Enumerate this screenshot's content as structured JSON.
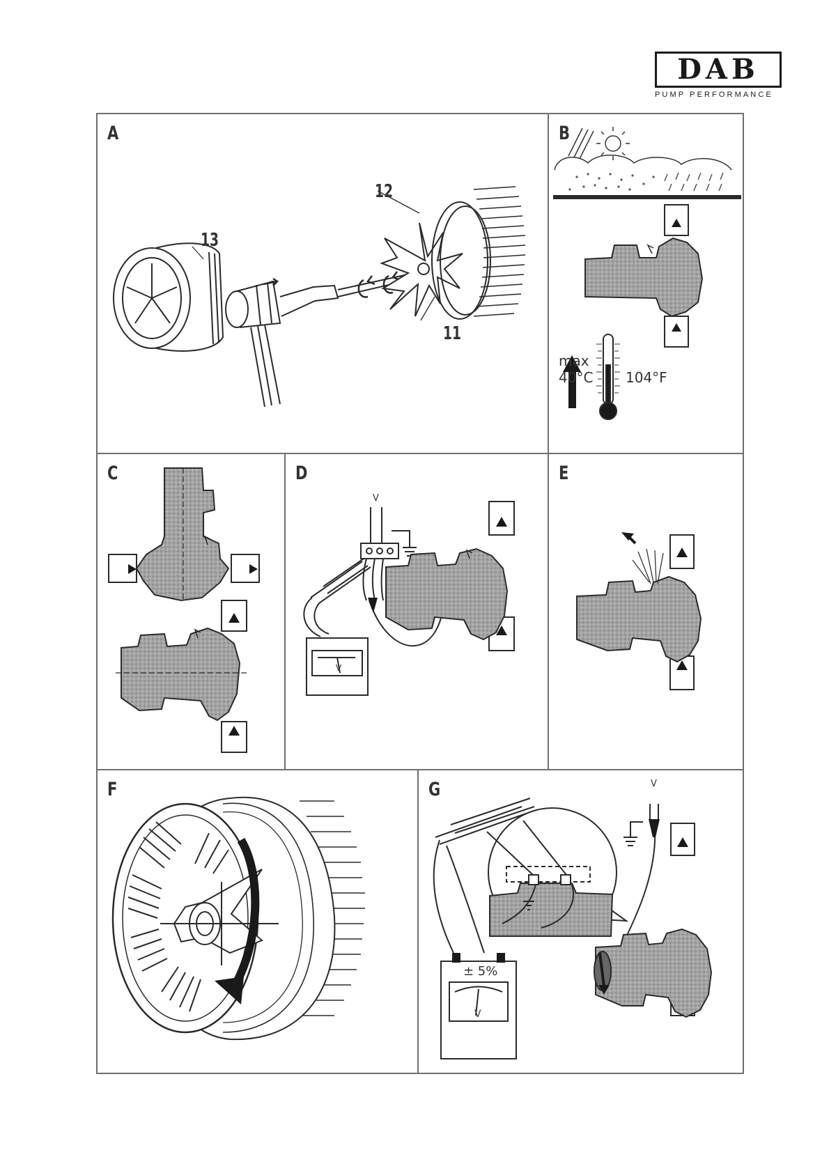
{
  "logo": {
    "word": "DAB",
    "tagline": "PUMP PERFORMANCE"
  },
  "panels": {
    "a": {
      "letter": "A",
      "parts": {
        "p11": "11",
        "p12": "12",
        "p13": "13"
      }
    },
    "b": {
      "letter": "B",
      "max_label": "max",
      "temp_c": "40°C",
      "temp_f": "104°F"
    },
    "c": {
      "letter": "C"
    },
    "d": {
      "letter": "D",
      "supply_label": "V",
      "meter_label": "V"
    },
    "e": {
      "letter": "E"
    },
    "f": {
      "letter": "F"
    },
    "g": {
      "letter": "G",
      "supply_label": "V",
      "tolerance": "± 5%",
      "meter_label": "V"
    }
  },
  "colors": {
    "line": "#2a2a2a",
    "body_fill": "#9c9c9c",
    "frame": "#6e6e6e"
  }
}
